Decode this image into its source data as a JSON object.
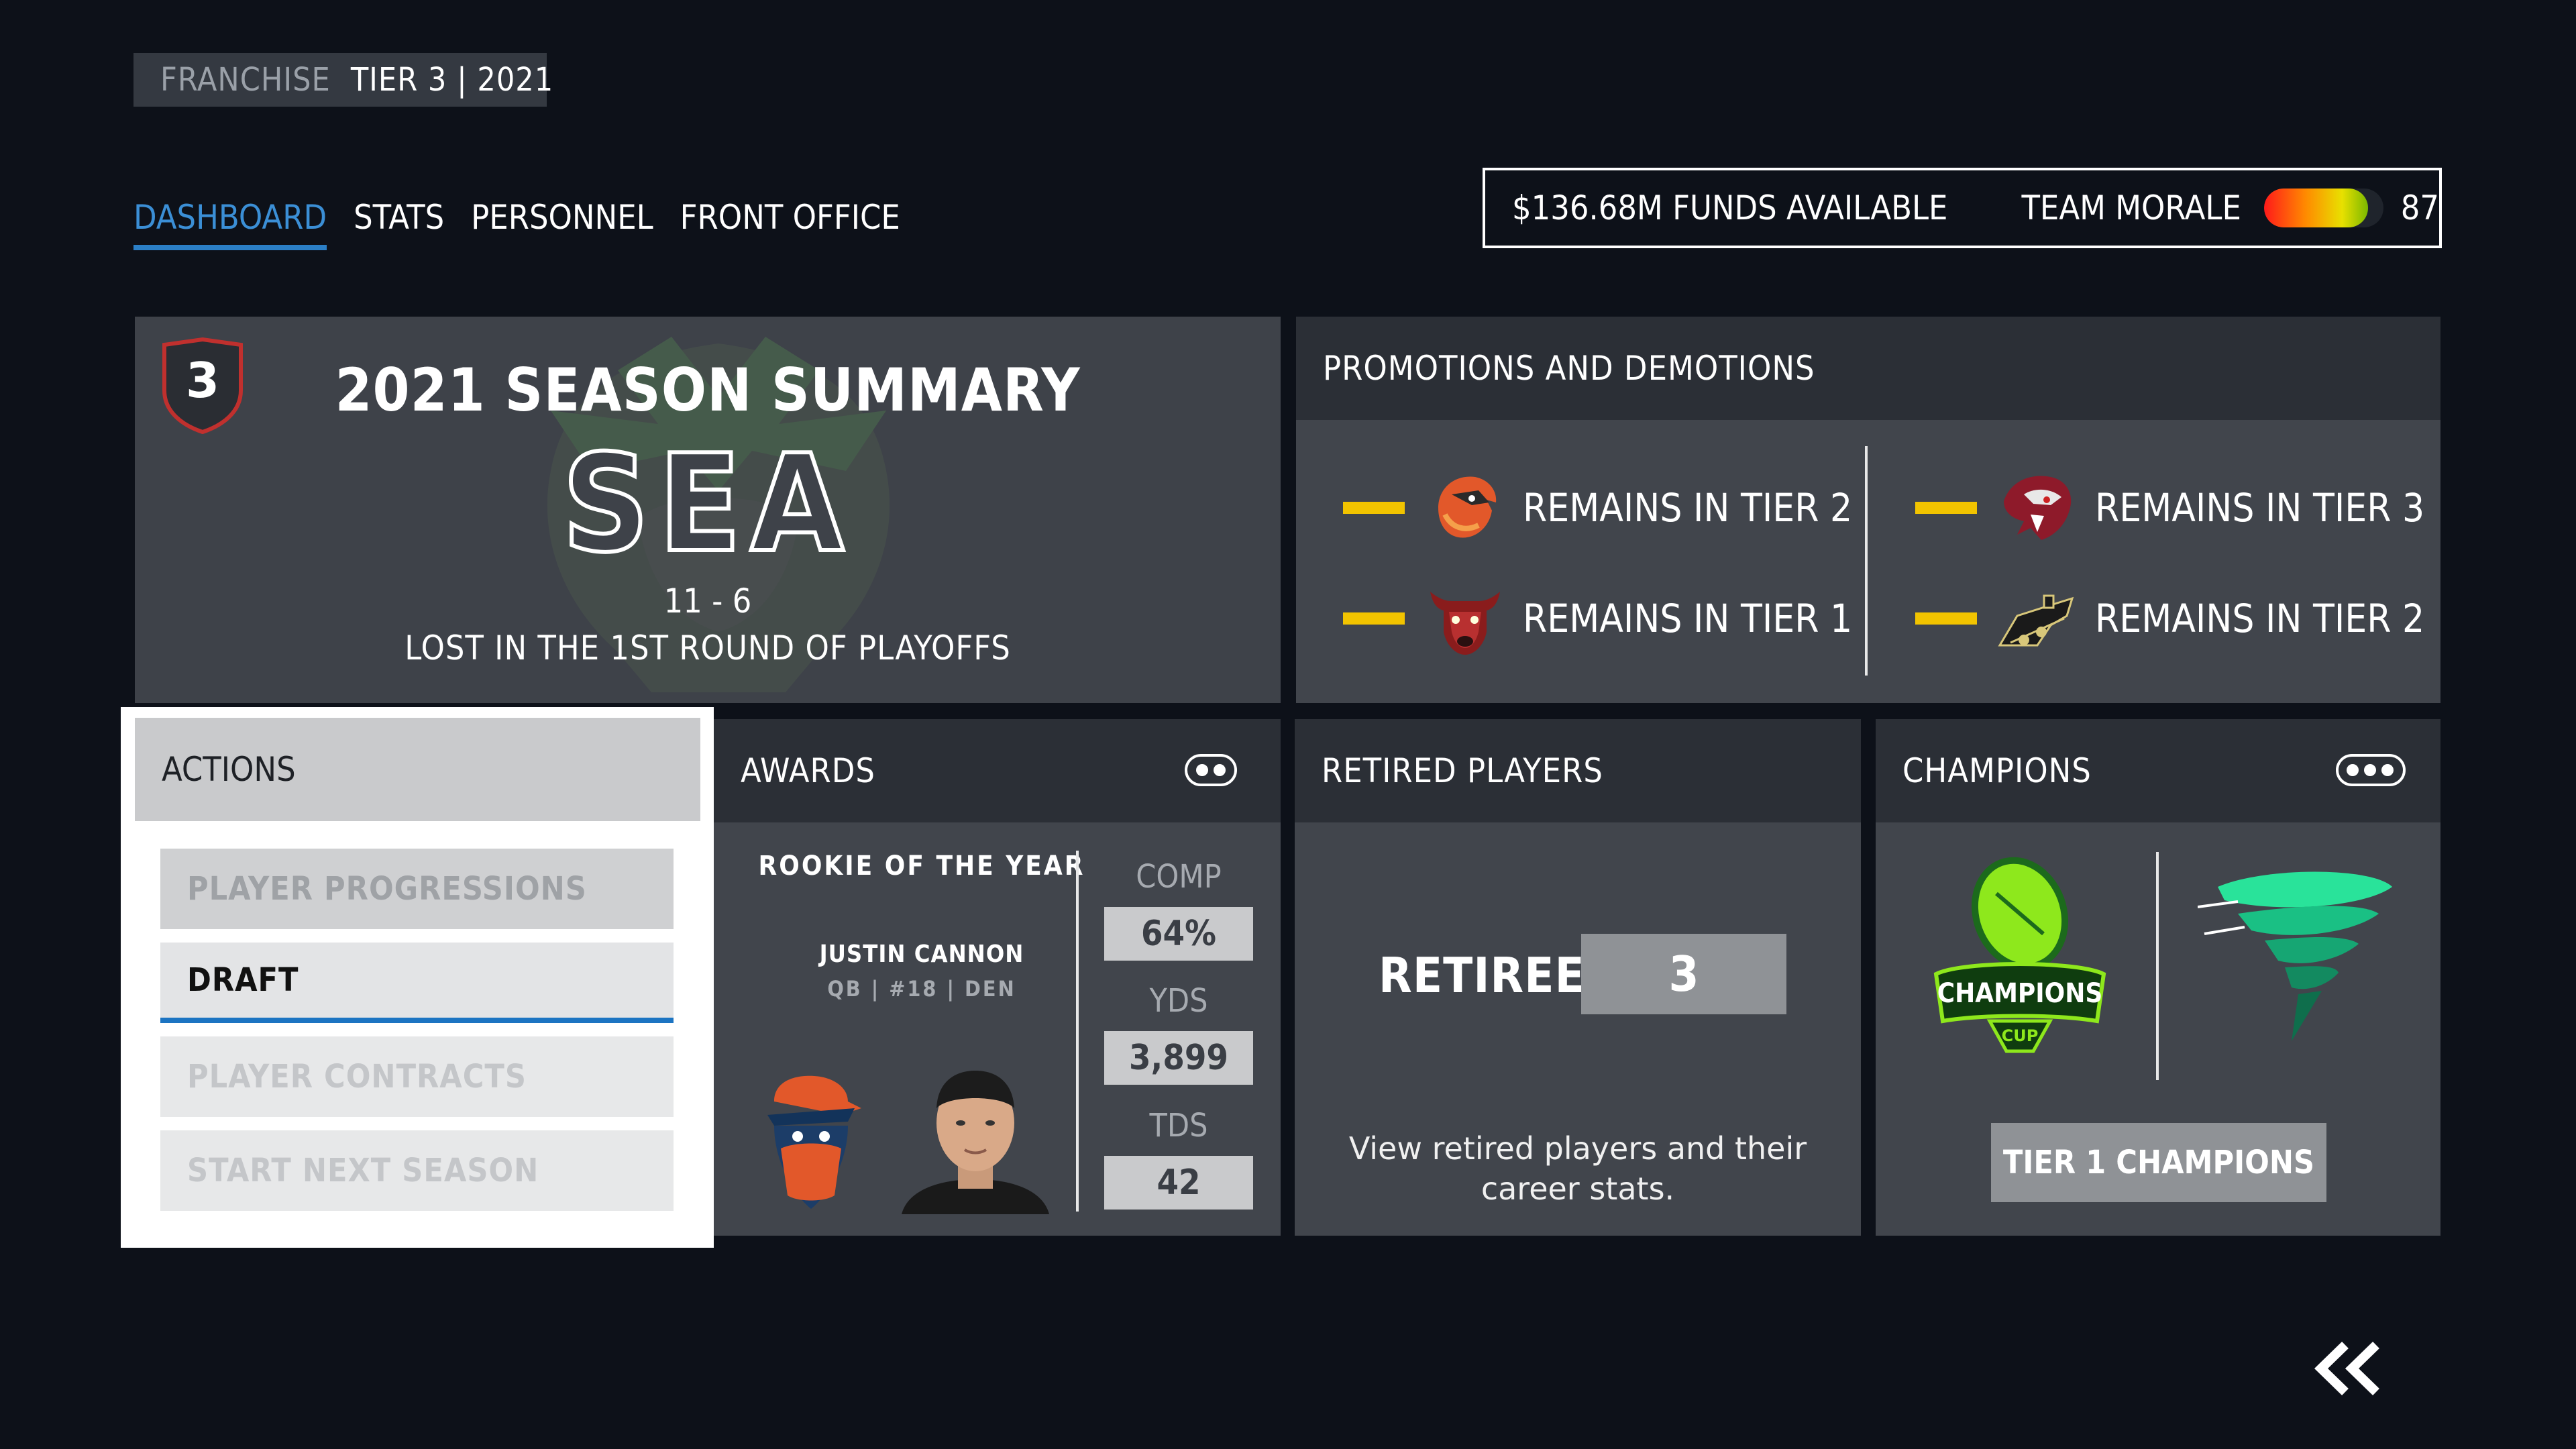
{
  "header": {
    "mode_label": "FRANCHISE",
    "season_info": "TIER 3  |  2021"
  },
  "nav": {
    "tabs": [
      {
        "label": "DASHBOARD",
        "active": true
      },
      {
        "label": "STATS"
      },
      {
        "label": "PERSONNEL"
      },
      {
        "label": "FRONT OFFICE"
      }
    ]
  },
  "status": {
    "funds_text": "$136.68M FUNDS AVAILABLE",
    "morale_label": "TEAM MORALE",
    "morale_value": "87",
    "morale_fraction": 0.87
  },
  "season_summary": {
    "tier_badge": "3",
    "title": "2021 SEASON SUMMARY",
    "team_abbr": "SEA",
    "record": "11 - 6",
    "result": "LOST IN THE 1ST ROUND OF PLAYOFFS"
  },
  "promotions": {
    "title": "PROMOTIONS AND DEMOTIONS",
    "items": [
      {
        "text": "REMAINS IN TIER 2",
        "logo": "hawk-logo-icon"
      },
      {
        "text": "REMAINS IN TIER 1",
        "logo": "bison-logo-icon"
      },
      {
        "text": "REMAINS IN TIER 3",
        "logo": "panther-logo-icon"
      },
      {
        "text": "REMAINS IN TIER 2",
        "logo": "train-logo-icon"
      }
    ]
  },
  "actions": {
    "title": "ACTIONS",
    "buttons": [
      {
        "label": "PLAYER PROGRESSIONS"
      },
      {
        "label": "DRAFT",
        "selected": true
      },
      {
        "label": "PLAYER CONTRACTS"
      },
      {
        "label": "START NEXT SEASON"
      }
    ]
  },
  "awards": {
    "title": "AWARDS",
    "award_name": "ROOKIE OF THE YEAR",
    "player_name": "JUSTIN CANNON",
    "player_info": "QB  |  #18  |  DEN",
    "stats": [
      {
        "label": "COMP",
        "value": "64%"
      },
      {
        "label": "YDS",
        "value": "3,899"
      },
      {
        "label": "TDS",
        "value": "42"
      }
    ]
  },
  "retired": {
    "title": "RETIRED PLAYERS",
    "label": "RETIREES",
    "count": "3",
    "description": "View retired players and their career stats."
  },
  "champions": {
    "title": "CHAMPIONS",
    "button_label": "TIER 1 CHAMPIONS",
    "cup_text": "CHAMPIONS",
    "cup_sub": "CUP"
  },
  "colors": {
    "accent_blue": "#2b7fc6",
    "promo_dash": "#f2c400",
    "panel_bg": "#41454c",
    "panel_head": "#2b2f36"
  }
}
